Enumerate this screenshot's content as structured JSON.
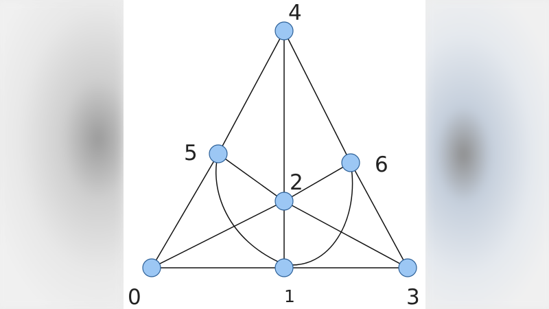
{
  "diagram": {
    "nodes": [
      {
        "id": "0",
        "label": "0"
      },
      {
        "id": "1",
        "label": "1"
      },
      {
        "id": "2",
        "label": "2"
      },
      {
        "id": "3",
        "label": "3"
      },
      {
        "id": "4",
        "label": "4"
      },
      {
        "id": "5",
        "label": "5"
      },
      {
        "id": "6",
        "label": "6"
      }
    ],
    "edges": [
      {
        "from": "0",
        "to": "1"
      },
      {
        "from": "1",
        "to": "3"
      },
      {
        "from": "0",
        "to": "5"
      },
      {
        "from": "5",
        "to": "4"
      },
      {
        "from": "4",
        "to": "6"
      },
      {
        "from": "6",
        "to": "3"
      },
      {
        "from": "4",
        "to": "2"
      },
      {
        "from": "2",
        "to": "1"
      },
      {
        "from": "5",
        "to": "2"
      },
      {
        "from": "2",
        "to": "3"
      },
      {
        "from": "0",
        "to": "2"
      },
      {
        "from": "2",
        "to": "6"
      },
      {
        "from": "5",
        "to": "1",
        "curved": true
      },
      {
        "from": "1",
        "to": "6",
        "curved": true
      }
    ],
    "node_color": "#9cc7f4",
    "node_stroke": "#2b5f97",
    "edge_color": "#111111"
  }
}
